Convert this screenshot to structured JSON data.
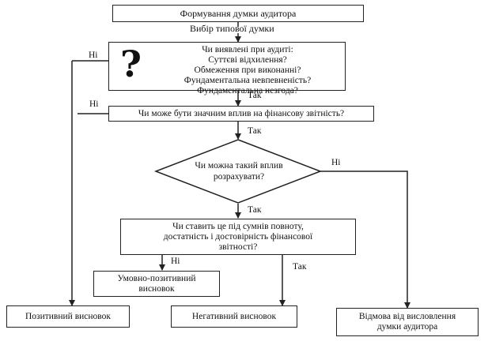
{
  "title": "Формування думки аудитора",
  "subtitle": "Вибір типової думки",
  "q1": {
    "lines": [
      "Чи виявлені при аудиті:",
      "Суттєві відхилення?",
      "Обмеження при виконанні?",
      "Фундаментальна невпевненість?",
      "Фундаментальна незгода?"
    ],
    "mark": "?"
  },
  "q2": "Чи може бути значним вплив на фінансову звітність?",
  "q3": {
    "lines": [
      "Чи можна такий вплив",
      "розрахувати?"
    ]
  },
  "q4": {
    "lines": [
      "Чи ставить це під сумнів повноту,",
      "достатність і достовірність фінансової",
      "звітності?"
    ]
  },
  "conditional": {
    "lines": [
      "Умовно-позитивний",
      "висновок"
    ]
  },
  "positive": "Позитивний висновок",
  "negative": "Негативний висновок",
  "refusal": {
    "lines": [
      "Відмова від висловлення",
      "думки аудитора"
    ]
  },
  "labels": {
    "yes": "Так",
    "no": "Ні"
  }
}
